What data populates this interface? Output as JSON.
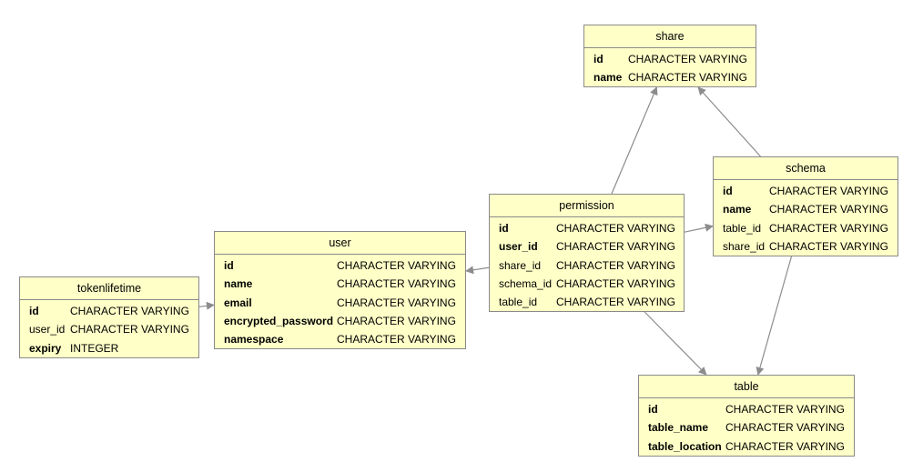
{
  "entities": {
    "share": {
      "title": "share",
      "fields": [
        {
          "name": "id",
          "type": "CHARACTER VARYING",
          "bold": true
        },
        {
          "name": "name",
          "type": "CHARACTER VARYING",
          "bold": true
        }
      ]
    },
    "schema": {
      "title": "schema",
      "fields": [
        {
          "name": "id",
          "type": "CHARACTER VARYING",
          "bold": true
        },
        {
          "name": "name",
          "type": "CHARACTER VARYING",
          "bold": true
        },
        {
          "name": "table_id",
          "type": "CHARACTER VARYING",
          "bold": false
        },
        {
          "name": "share_id",
          "type": "CHARACTER VARYING",
          "bold": false
        }
      ]
    },
    "permission": {
      "title": "permission",
      "fields": [
        {
          "name": "id",
          "type": "CHARACTER VARYING",
          "bold": true
        },
        {
          "name": "user_id",
          "type": "CHARACTER VARYING",
          "bold": true
        },
        {
          "name": "share_id",
          "type": "CHARACTER VARYING",
          "bold": false
        },
        {
          "name": "schema_id",
          "type": "CHARACTER VARYING",
          "bold": false
        },
        {
          "name": "table_id",
          "type": "CHARACTER VARYING",
          "bold": false
        }
      ]
    },
    "user": {
      "title": "user",
      "fields": [
        {
          "name": "id",
          "type": "CHARACTER VARYING",
          "bold": true
        },
        {
          "name": "name",
          "type": "CHARACTER VARYING",
          "bold": true
        },
        {
          "name": "email",
          "type": "CHARACTER VARYING",
          "bold": true
        },
        {
          "name": "encrypted_password",
          "type": "CHARACTER VARYING",
          "bold": true
        },
        {
          "name": "namespace",
          "type": "CHARACTER VARYING",
          "bold": true
        }
      ]
    },
    "tokenlifetime": {
      "title": "tokenlifetime",
      "fields": [
        {
          "name": "id",
          "type": "CHARACTER VARYING",
          "bold": true
        },
        {
          "name": "user_id",
          "type": "CHARACTER VARYING",
          "bold": false
        },
        {
          "name": "expiry",
          "type": "INTEGER",
          "bold": true
        }
      ]
    },
    "table": {
      "title": "table",
      "fields": [
        {
          "name": "id",
          "type": "CHARACTER VARYING",
          "bold": true
        },
        {
          "name": "table_name",
          "type": "CHARACTER VARYING",
          "bold": true
        },
        {
          "name": "table_location",
          "type": "CHARACTER VARYING",
          "bold": true
        }
      ]
    }
  },
  "relations": [
    {
      "from": "permission",
      "to": "share"
    },
    {
      "from": "schema",
      "to": "share"
    },
    {
      "from": "permission",
      "to": "schema"
    },
    {
      "from": "permission",
      "to": "user"
    },
    {
      "from": "tokenlifetime",
      "to": "user"
    },
    {
      "from": "permission",
      "to": "table"
    },
    {
      "from": "schema",
      "to": "table"
    }
  ],
  "colors": {
    "entity_fill": "#ffffc8",
    "entity_border": "#8a8a8a",
    "edge": "#8c8c8c"
  }
}
